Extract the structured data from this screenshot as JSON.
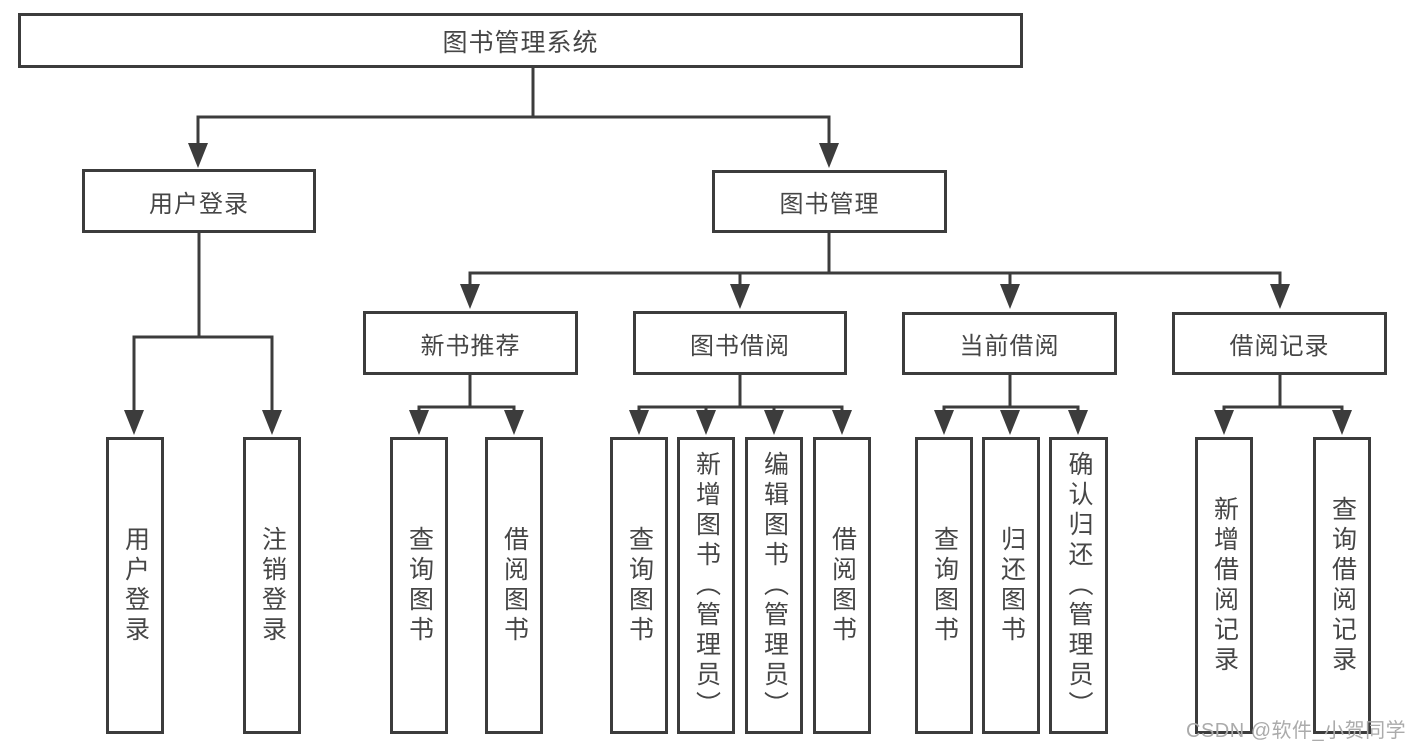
{
  "tree": {
    "root": {
      "label": "图书管理系统"
    },
    "branches": {
      "user_login": {
        "label": "用户登录",
        "children": [
          {
            "label": "用户登录"
          },
          {
            "label": "注销登录"
          }
        ]
      },
      "book_management": {
        "label": "图书管理",
        "sections": [
          {
            "label": "新书推荐",
            "children": [
              {
                "label": "查询图书"
              },
              {
                "label": "借阅图书"
              }
            ]
          },
          {
            "label": "图书借阅",
            "children": [
              {
                "label": "查询图书"
              },
              {
                "label": "新增图书（管理员）"
              },
              {
                "label": "编辑图书（管理员）"
              },
              {
                "label": "借阅图书"
              }
            ]
          },
          {
            "label": "当前借阅",
            "children": [
              {
                "label": "查询图书"
              },
              {
                "label": "归还图书"
              },
              {
                "label": "确认归还（管理员）"
              }
            ]
          },
          {
            "label": "借阅记录",
            "children": [
              {
                "label": "新增借阅记录"
              },
              {
                "label": "查询借阅记录"
              }
            ]
          }
        ]
      }
    }
  },
  "watermark": {
    "text": "CSDN @软件_小贺同学"
  },
  "colors": {
    "line": "#3c3c3c",
    "box_border": "#3c3c3c",
    "text": "#464646",
    "watermark": "#ababab",
    "background": "#ffffff"
  }
}
